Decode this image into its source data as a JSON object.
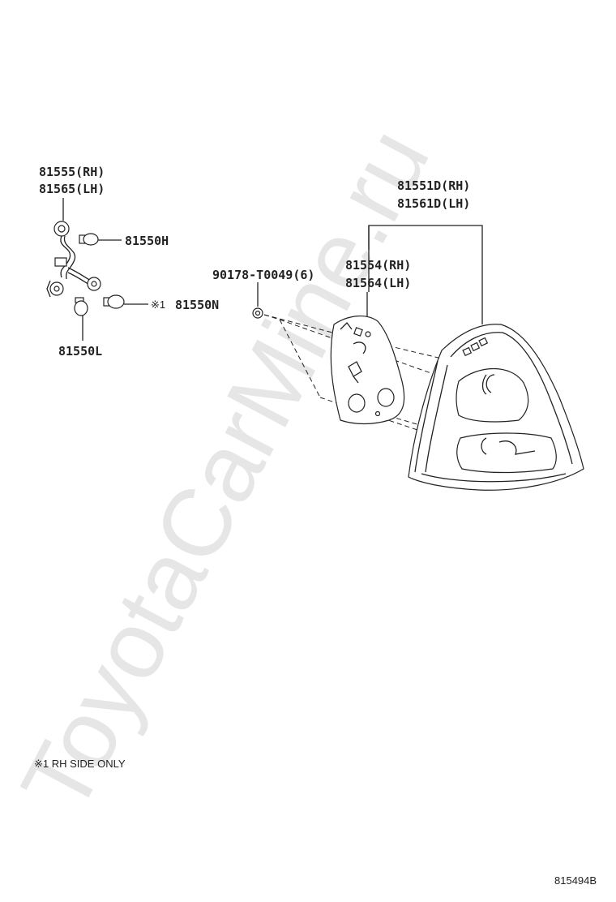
{
  "watermark": "ToyotaCarMine.ru",
  "parts": {
    "socket_rh": "81555(RH)",
    "socket_lh": "81565(LH)",
    "bulb_h": "81550H",
    "bulb_n_mark": "※1",
    "bulb_n": "81550N",
    "bulb_l": "81550L",
    "screw": "90178-T0049(6)",
    "lens_assy_rh": "81551D(RH)",
    "lens_assy_lh": "81561D(LH)",
    "gasket_rh": "81554(RH)",
    "gasket_lh": "81564(LH)"
  },
  "note": "※1 RH SIDE ONLY",
  "diagram_id": "815494B",
  "colors": {
    "ink": "#222222",
    "watermark": "#e6e6e6",
    "background": "#ffffff"
  }
}
